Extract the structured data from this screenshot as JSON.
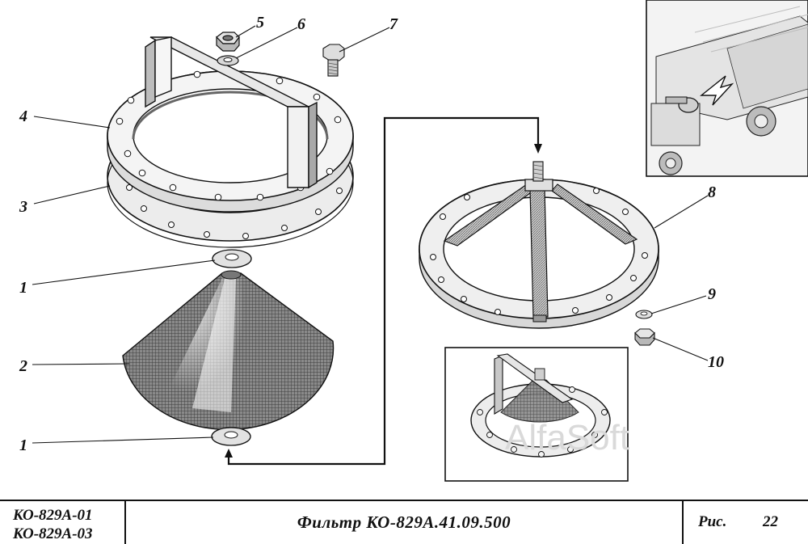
{
  "callouts": {
    "c1_top": "1",
    "c2": "2",
    "c1_bottom": "1",
    "c3": "3",
    "c4": "4",
    "c5": "5",
    "c6": "6",
    "c7": "7",
    "c8": "8",
    "c9": "9",
    "c10": "10"
  },
  "watermark": "AlfaSoft",
  "title_block": {
    "model_1": "КО-829А-01",
    "model_2": "КО-829А-03",
    "title": "Фильтр КО-829А.41.09.500",
    "figure_label": "Рис.",
    "figure_number": "22"
  }
}
